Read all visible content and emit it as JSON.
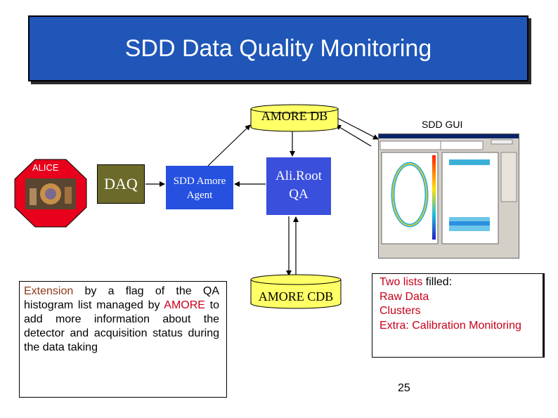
{
  "title": "SDD Data Quality Monitoring",
  "nodes": {
    "amore_db": "AMORE DB",
    "sdd_gui": "SDD GUI",
    "alice": "ALICE",
    "daq": "DAQ",
    "sdd_amore_agent_line1": "SDD Amore",
    "sdd_amore_agent_line2": "Agent",
    "aliroot_line1": "Ali.Root",
    "aliroot_line2": "QA",
    "amore_cdb": "AMORE CDB"
  },
  "extension_text": {
    "part1": "Extension",
    "part2": " by a flag of the QA histogram list managed by ",
    "part3": "AMORE",
    "part4": " to add more information about the detector and acquisition status during the data taking"
  },
  "lists_text": {
    "lead_red": "Two lists",
    "lead_rest": " filled:",
    "item1": "Raw Data",
    "item2": "Clusters",
    "item3": "Extra: Calibration Monitoring"
  },
  "page_number": "25",
  "colors": {
    "banner": "#1f56b8",
    "cylinder": "#ffff66",
    "daq": "#6b6a2a",
    "agent": "#2550e0",
    "aliroot": "#3a4fdc",
    "alice_octagon": "#e8001c",
    "accent_red": "#c8001a"
  }
}
